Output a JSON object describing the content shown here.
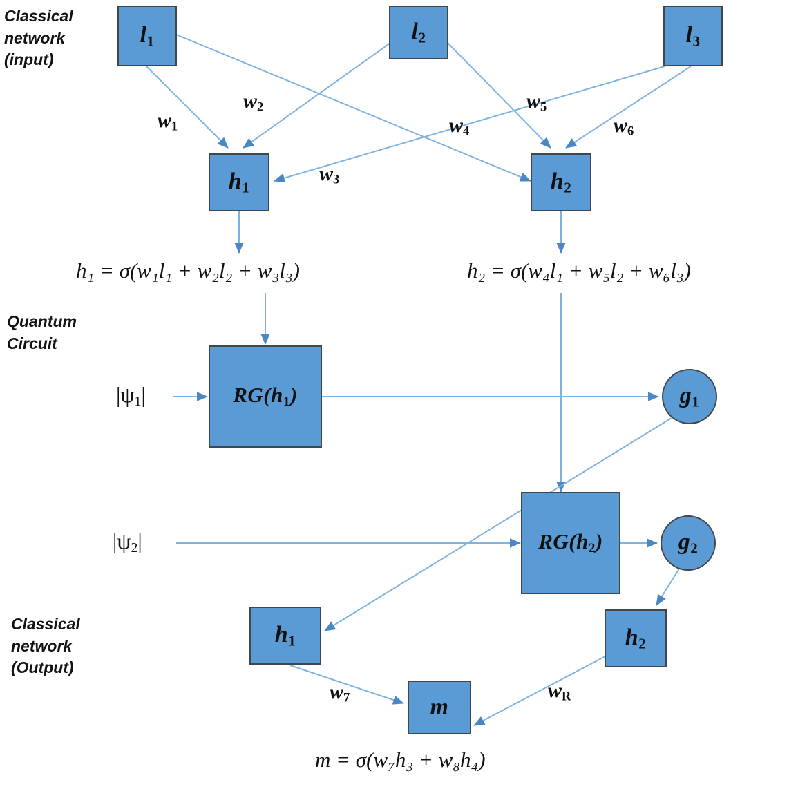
{
  "figure": {
    "type": "diagram",
    "title": "Hybrid classical-quantum neural network schematic",
    "colors": {
      "node_fill": "#5B9BD5",
      "node_border": "#41464b",
      "wire": "#5B9BD5",
      "text": "#111111"
    }
  },
  "sections": [
    {
      "id": "input",
      "label": "Classical\nnetwork\n(input)"
    },
    {
      "id": "quantum",
      "label": "Quantum\nCircuit"
    },
    {
      "id": "output",
      "label": "Classical\nnetwork\n(Output)"
    }
  ],
  "nodes": {
    "l1": {
      "label": "l",
      "sub": "1"
    },
    "l2": {
      "label": "l",
      "sub": "2"
    },
    "l3": {
      "label": "l",
      "sub": "3"
    },
    "h1": {
      "label": "h",
      "sub": "1"
    },
    "h2": {
      "label": "h",
      "sub": "2"
    },
    "rg1": {
      "label": "RG(h",
      "sub": "1",
      "tail": ")"
    },
    "rg2": {
      "label": "RG(h",
      "sub": "2",
      "tail": ")"
    },
    "g1": {
      "label": "g",
      "sub": "1"
    },
    "g2": {
      "label": "g",
      "sub": "2"
    },
    "out_h1": {
      "label": "h",
      "sub": "1"
    },
    "out_h2": {
      "label": "h",
      "sub": "2"
    },
    "m": {
      "label": "m",
      "sub": ""
    }
  },
  "kets": {
    "psi1": {
      "open": "|ψ",
      "sub": "1",
      "close": "|"
    },
    "psi2": {
      "open": "|ψ",
      "sub": "2",
      "close": "|"
    }
  },
  "weights": [
    {
      "id": "w1",
      "label": "w",
      "sub": "1"
    },
    {
      "id": "w2",
      "label": "w",
      "sub": "2"
    },
    {
      "id": "w3",
      "label": "w",
      "sub": "3"
    },
    {
      "id": "w4",
      "label": "w",
      "sub": "4"
    },
    {
      "id": "w5",
      "label": "w",
      "sub": "5"
    },
    {
      "id": "w6",
      "label": "w",
      "sub": "6"
    },
    {
      "id": "w7",
      "label": "w",
      "sub": "7"
    },
    {
      "id": "wR",
      "label": "w",
      "sub": "R"
    }
  ],
  "equations": {
    "h1": "h₁ = σ(w₁l₁ + w₂l₂ + w₃l₃)",
    "h2": "h₂ = σ(w₄l₁ + w₅l₂ + w₆l₃)",
    "m": "m = σ(w₇h₃ + w₈h₄)"
  }
}
